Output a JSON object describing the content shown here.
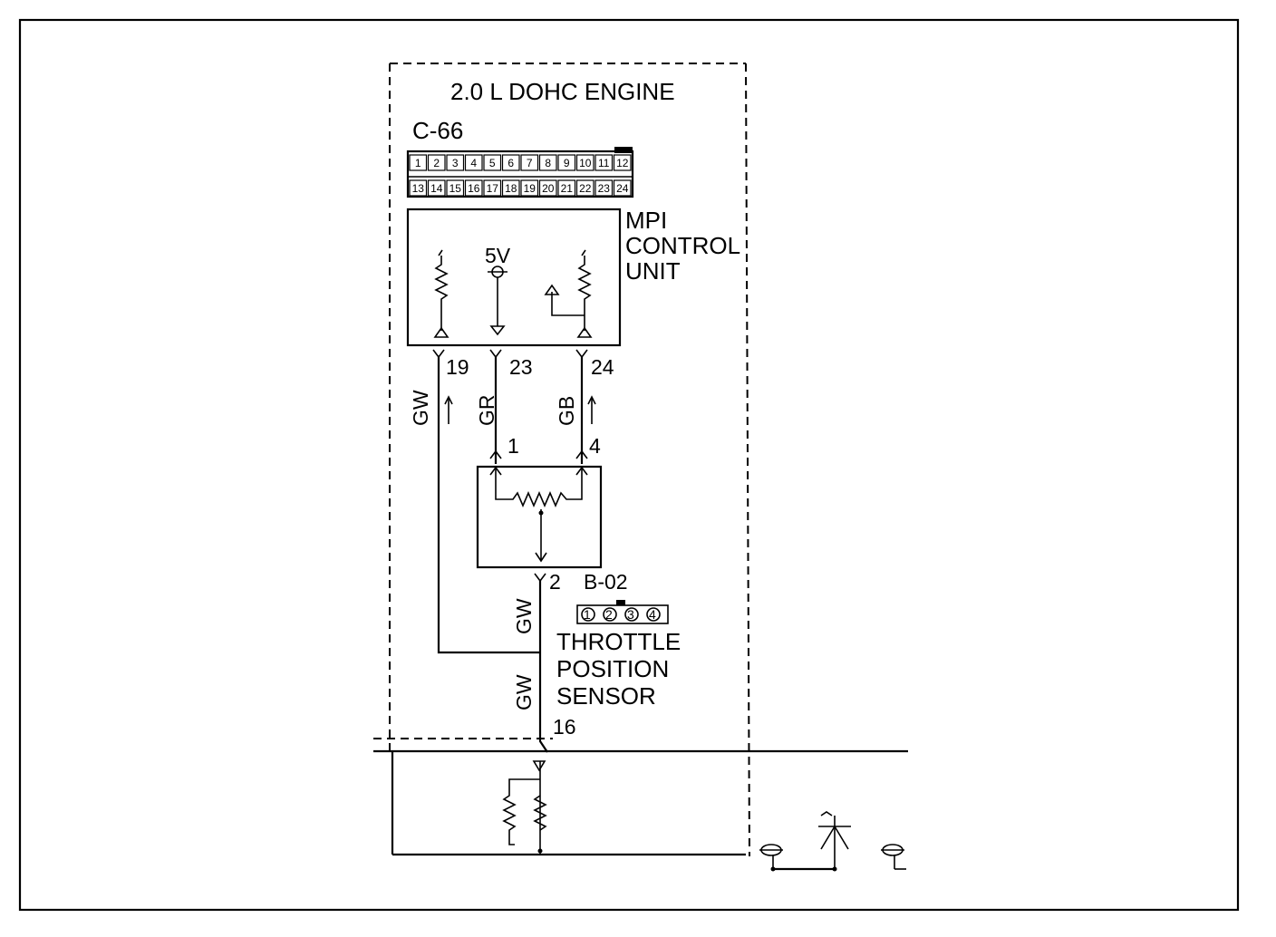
{
  "engine_label": "2.0 L DOHC ENGINE",
  "ecu_connector": {
    "id": "C-66",
    "row1": [
      "1",
      "2",
      "3",
      "4",
      "5",
      "6",
      "7",
      "8",
      "9",
      "10",
      "11",
      "12"
    ],
    "row2": [
      "13",
      "14",
      "15",
      "16",
      "17",
      "18",
      "19",
      "20",
      "21",
      "22",
      "23",
      "24"
    ]
  },
  "ecu": {
    "name_lines": [
      "MPI",
      "CONTROL",
      "UNIT"
    ],
    "supply_label": "5V",
    "pins": [
      "19",
      "23",
      "24"
    ]
  },
  "wires": {
    "w19": "GW",
    "w23": "GR",
    "w24": "GB",
    "w2a": "GW",
    "w2b": "GW"
  },
  "sensor": {
    "connector_id": "B-02",
    "connector_pins": [
      "1",
      "2",
      "3",
      "4"
    ],
    "pins": [
      "1",
      "4",
      "2"
    ],
    "name_lines": [
      "THROTTLE",
      "POSITION",
      "SENSOR"
    ]
  },
  "junction_pin": "16"
}
